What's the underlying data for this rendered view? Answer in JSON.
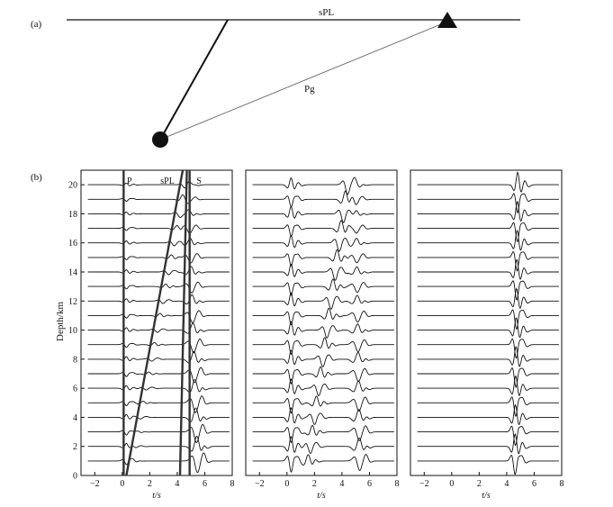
{
  "panel_a": {
    "label": "(a)",
    "ray_surface": "sPL",
    "ray_direct": "Pg"
  },
  "panel_b": {
    "label": "(b)",
    "ylabel": "Depth/km",
    "xlabel": "t/s",
    "phase_labels": [
      "P",
      "sPL",
      "S"
    ]
  },
  "chart_data": [
    {
      "type": "line",
      "x_label": "t/s",
      "y_label": "Depth/km",
      "xlim": [
        -3,
        8
      ],
      "ylim": [
        0,
        21
      ],
      "xticks": [
        -2,
        0,
        2,
        4,
        6,
        8
      ],
      "yticks": [
        0,
        2,
        4,
        6,
        8,
        10,
        12,
        14,
        16,
        18,
        20
      ],
      "depths": [
        1,
        2,
        3,
        4,
        5,
        6,
        7,
        8,
        9,
        10,
        11,
        12,
        13,
        14,
        15,
        16,
        17,
        18,
        19,
        20
      ],
      "annotations": [
        "P",
        "sPL",
        "S"
      ],
      "pulses": [
        {
          "t0": 0.3,
          "t20": 0.3,
          "amp0": 0.45,
          "amp20": 0.25
        },
        {
          "t0": 0.5,
          "t20": 4.6,
          "amp0": 0.15,
          "amp20": 0.45
        },
        {
          "t0": 5.5,
          "t20": 4.8,
          "amp0": 1.6,
          "amp20": 0.45
        }
      ]
    },
    {
      "type": "line",
      "x_label": "t/s",
      "xlim": [
        -3,
        8
      ],
      "ylim": [
        0,
        21
      ],
      "xticks": [
        -2,
        0,
        2,
        4,
        6,
        8
      ],
      "depths": [
        1,
        2,
        3,
        4,
        5,
        6,
        7,
        8,
        9,
        10,
        11,
        12,
        13,
        14,
        15,
        16,
        17,
        18,
        19,
        20
      ],
      "pulses": [
        {
          "t0": 0.3,
          "t20": 0.3,
          "amp0": 1.5,
          "amp20": 1.0
        },
        {
          "t0": 1.4,
          "t20": 4.4,
          "amp0": 0.9,
          "amp20": 1.2
        },
        {
          "t0": 5.3,
          "t20": 5.0,
          "amp0": 1.3,
          "amp20": 0.5
        }
      ]
    },
    {
      "type": "line",
      "x_label": "t/s",
      "xlim": [
        -3,
        8
      ],
      "ylim": [
        0,
        21
      ],
      "xticks": [
        -2,
        0,
        2,
        4,
        6,
        8
      ],
      "depths": [
        1,
        2,
        3,
        4,
        5,
        6,
        7,
        8,
        9,
        10,
        11,
        12,
        13,
        14,
        15,
        16,
        17,
        18,
        19,
        20
      ],
      "pulses": [
        {
          "t0": 4.6,
          "t20": 4.8,
          "amp0": 1.8,
          "amp20": 1.8
        }
      ]
    }
  ]
}
